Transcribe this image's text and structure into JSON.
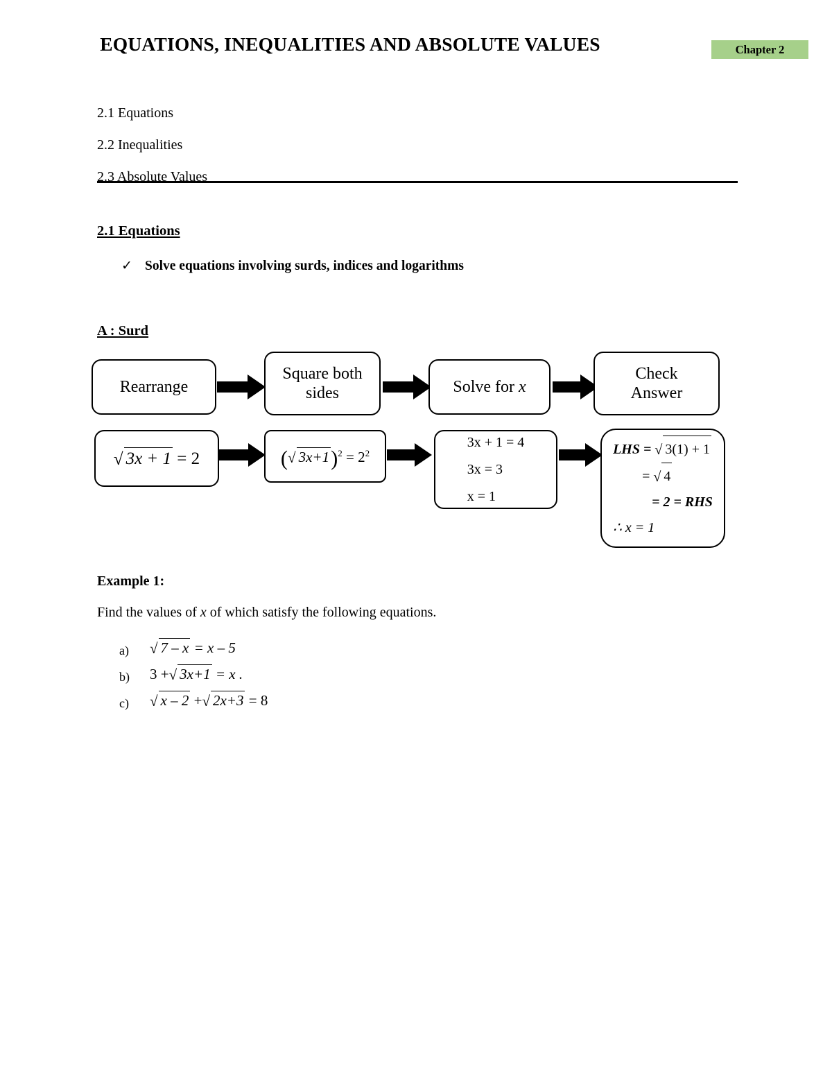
{
  "header": {
    "title": "EQUATIONS, INEQUALITIES AND ABSOLUTE VALUES",
    "chapter_badge": "Chapter 2",
    "badge_color": "#a6d08a"
  },
  "toc": {
    "items": [
      "2.1 Equations",
      "2.2 Inequalities",
      "2.3 Absolute Values"
    ]
  },
  "section": {
    "heading": "2.1 Equations",
    "objective_tick": "✓",
    "objective": "Solve equations involving surds, indices and logarithms",
    "subsection_heading": "A : Surd"
  },
  "flowchart": {
    "steps": [
      {
        "label": "Rearrange"
      },
      {
        "label_line1": "Square both",
        "label_line2": "sides"
      },
      {
        "label_pre": "Solve for ",
        "label_var": "x"
      },
      {
        "label_line1": "Check",
        "label_line2": "Answer"
      }
    ],
    "worked_example": {
      "box1": {
        "sqrt_radicand": "3x + 1",
        "rhs": "= 2"
      },
      "box2": {
        "paren_open": "(",
        "sqrt_radicand": "3x+1",
        "paren_close": ")",
        "exponent": "2",
        "rhs_base": "2",
        "rhs_exponent": "2",
        "equals": "="
      },
      "box3": {
        "lines": [
          "3x + 1 = 4",
          "3x = 3",
          "x = 1"
        ]
      },
      "box4": {
        "line1_label": "LHS =",
        "line1_radicand": "3(1) + 1",
        "line2_equals": "=",
        "line2_radicand": "4",
        "line3": "= 2 = RHS",
        "line4": "∴ x = 1"
      }
    }
  },
  "example": {
    "heading": "Example 1:",
    "instruction_pre": "Find the values of ",
    "instruction_var": "x",
    "instruction_post": " of which satisfy the following equations.",
    "questions": [
      {
        "label": "a)",
        "radicand": "7 – x",
        "rhs": "= x – 5"
      },
      {
        "label": "b)",
        "prefix": "3 +",
        "radicand": "3x+1",
        "rhs": "= x ."
      },
      {
        "label": "c)",
        "radicand1": "x – 2",
        "middle": "+",
        "radicand2": "2x+3",
        "rhs": "= 8"
      }
    ]
  }
}
